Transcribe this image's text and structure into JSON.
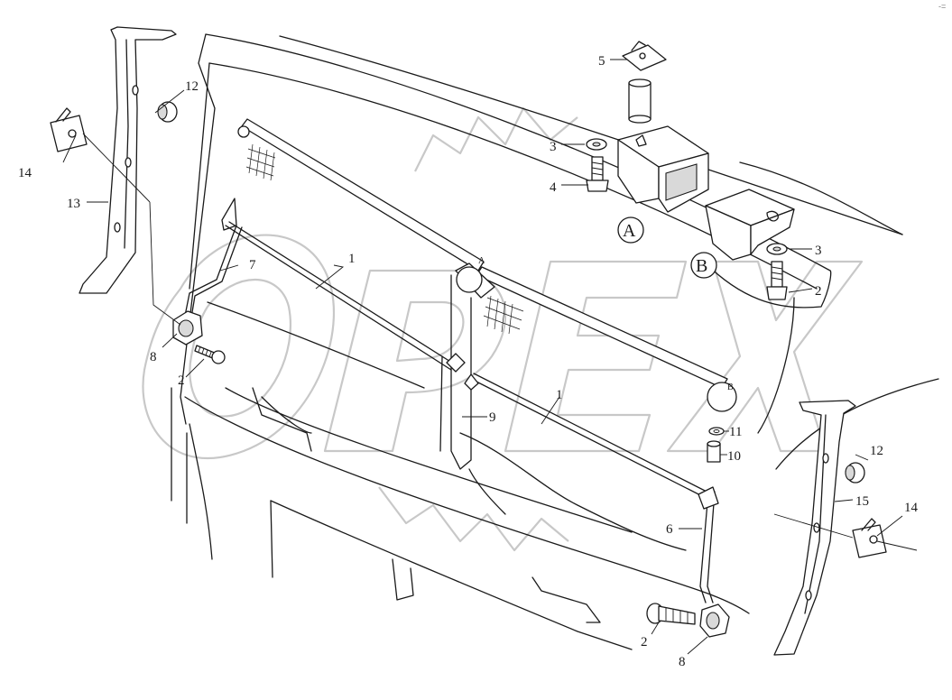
{
  "corner_mark": "-=",
  "watermark": "OPEX",
  "view_labels": [
    {
      "id": "view-a",
      "text": "A"
    },
    {
      "id": "view-b",
      "text": "B"
    }
  ],
  "detail_markers": [
    {
      "id": "marker-a",
      "text": "A"
    },
    {
      "id": "marker-b",
      "text": "B"
    }
  ],
  "callouts": [
    {
      "id": "c1a",
      "text": "1"
    },
    {
      "id": "c1b",
      "text": "1"
    },
    {
      "id": "c2a",
      "text": "2"
    },
    {
      "id": "c2b",
      "text": "2"
    },
    {
      "id": "c2c",
      "text": "2"
    },
    {
      "id": "c3a",
      "text": "3"
    },
    {
      "id": "c3b",
      "text": "3"
    },
    {
      "id": "c4",
      "text": "4"
    },
    {
      "id": "c5",
      "text": "5"
    },
    {
      "id": "c6",
      "text": "6"
    },
    {
      "id": "c7",
      "text": "7"
    },
    {
      "id": "c8a",
      "text": "8"
    },
    {
      "id": "c8b",
      "text": "8"
    },
    {
      "id": "c9",
      "text": "9"
    },
    {
      "id": "c10",
      "text": "10"
    },
    {
      "id": "c11",
      "text": "11"
    },
    {
      "id": "c12a",
      "text": "12"
    },
    {
      "id": "c12b",
      "text": "12"
    },
    {
      "id": "c13",
      "text": "13"
    },
    {
      "id": "c14a",
      "text": "14"
    },
    {
      "id": "c14b",
      "text": "14"
    },
    {
      "id": "c15",
      "text": "15"
    }
  ]
}
